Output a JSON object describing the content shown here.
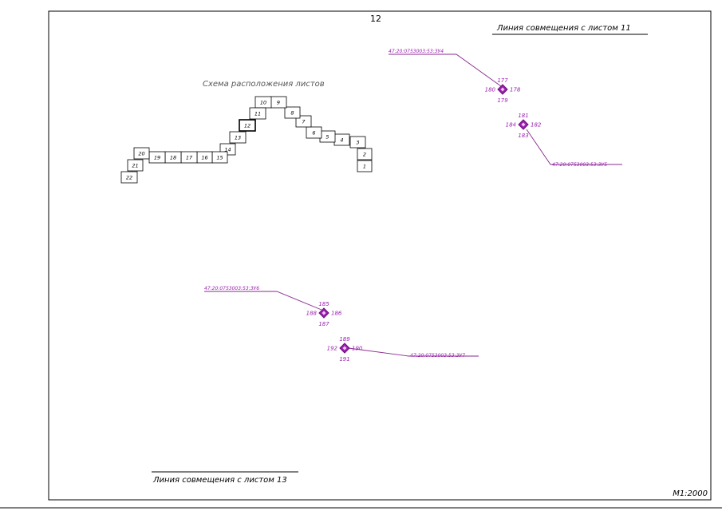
{
  "sheet": {
    "number": "12",
    "scale": "M1:2000",
    "top_link": "Линия совмещения с листом 11",
    "bottom_link": "Линия совмещения с листом 13"
  },
  "scheme": {
    "title": "Схема расположения листов",
    "cells": [
      "1",
      "2",
      "3",
      "4",
      "5",
      "6",
      "7",
      "8",
      "9",
      "10",
      "11",
      "12",
      "13",
      "14",
      "15",
      "16",
      "17",
      "18",
      "19",
      "20",
      "21",
      "22"
    ]
  },
  "parcels": [
    {
      "label": "47:20:0753003:53:ЗУ4",
      "points": [
        "177",
        "178",
        "179",
        "180"
      ]
    },
    {
      "label": "47:20:0753003:53:ЗУ5",
      "points": [
        "181",
        "182",
        "183",
        "184"
      ]
    },
    {
      "label": "47:20:0753003:53:ЗУ6",
      "points": [
        "185",
        "186",
        "187",
        "188"
      ]
    },
    {
      "label": "47:20:0753003:53:ЗУ7",
      "points": [
        "189",
        "190",
        "191",
        "192"
      ]
    }
  ],
  "colors": {
    "border": "#000000",
    "parcel_magenta": "#9b1fb0",
    "leader": "#8a2a90"
  }
}
